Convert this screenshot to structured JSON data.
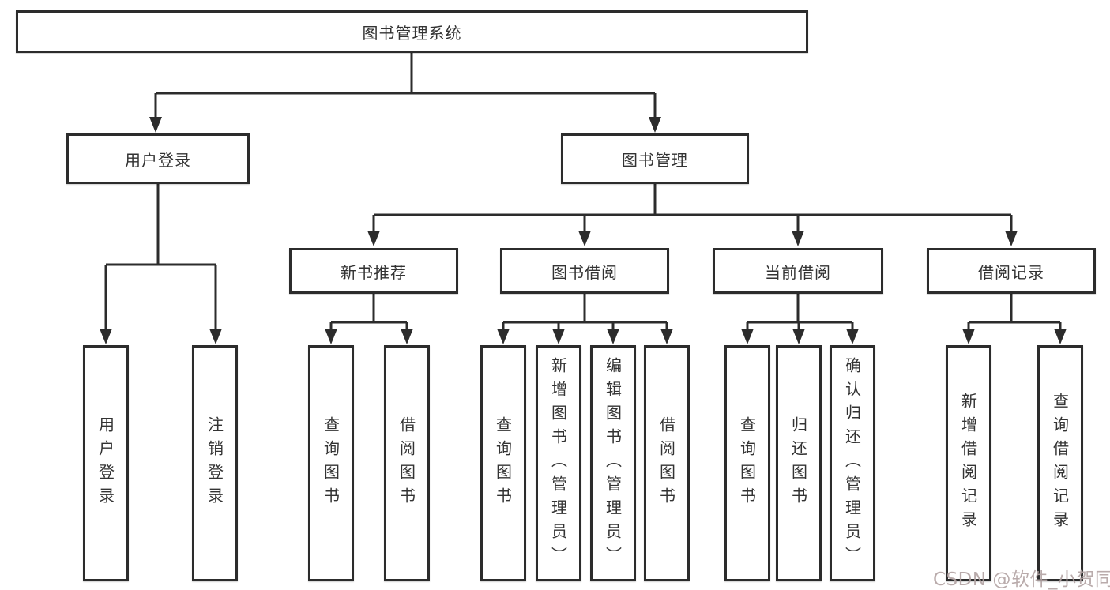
{
  "tree": {
    "root": {
      "label": "图书管理系统",
      "children": [
        {
          "label": "用户登录",
          "children": [
            {
              "label": "用户登录"
            },
            {
              "label": "注销登录"
            }
          ]
        },
        {
          "label": "图书管理",
          "children": [
            {
              "label": "新书推荐",
              "children": [
                {
                  "label": "查询图书"
                },
                {
                  "label": "借阅图书"
                }
              ]
            },
            {
              "label": "图书借阅",
              "children": [
                {
                  "label": "查询图书"
                },
                {
                  "label": "新增图书（管理员）"
                },
                {
                  "label": "编辑图书（管理员）"
                },
                {
                  "label": "借阅图书"
                }
              ]
            },
            {
              "label": "当前借阅",
              "children": [
                {
                  "label": "查询图书"
                },
                {
                  "label": "归还图书"
                },
                {
                  "label": "确认归还（管理员）"
                }
              ]
            },
            {
              "label": "借阅记录",
              "children": [
                {
                  "label": "新增借阅记录"
                },
                {
                  "label": "查询借阅记录"
                }
              ]
            }
          ]
        }
      ]
    }
  },
  "watermark": {
    "text": "CSDN @软件_小贺同学",
    "color": "#b2a3a3"
  },
  "colors": {
    "line": "#2c2c2c",
    "border": "#2c2c2c",
    "text": "#333333",
    "background": "#ffffff"
  }
}
